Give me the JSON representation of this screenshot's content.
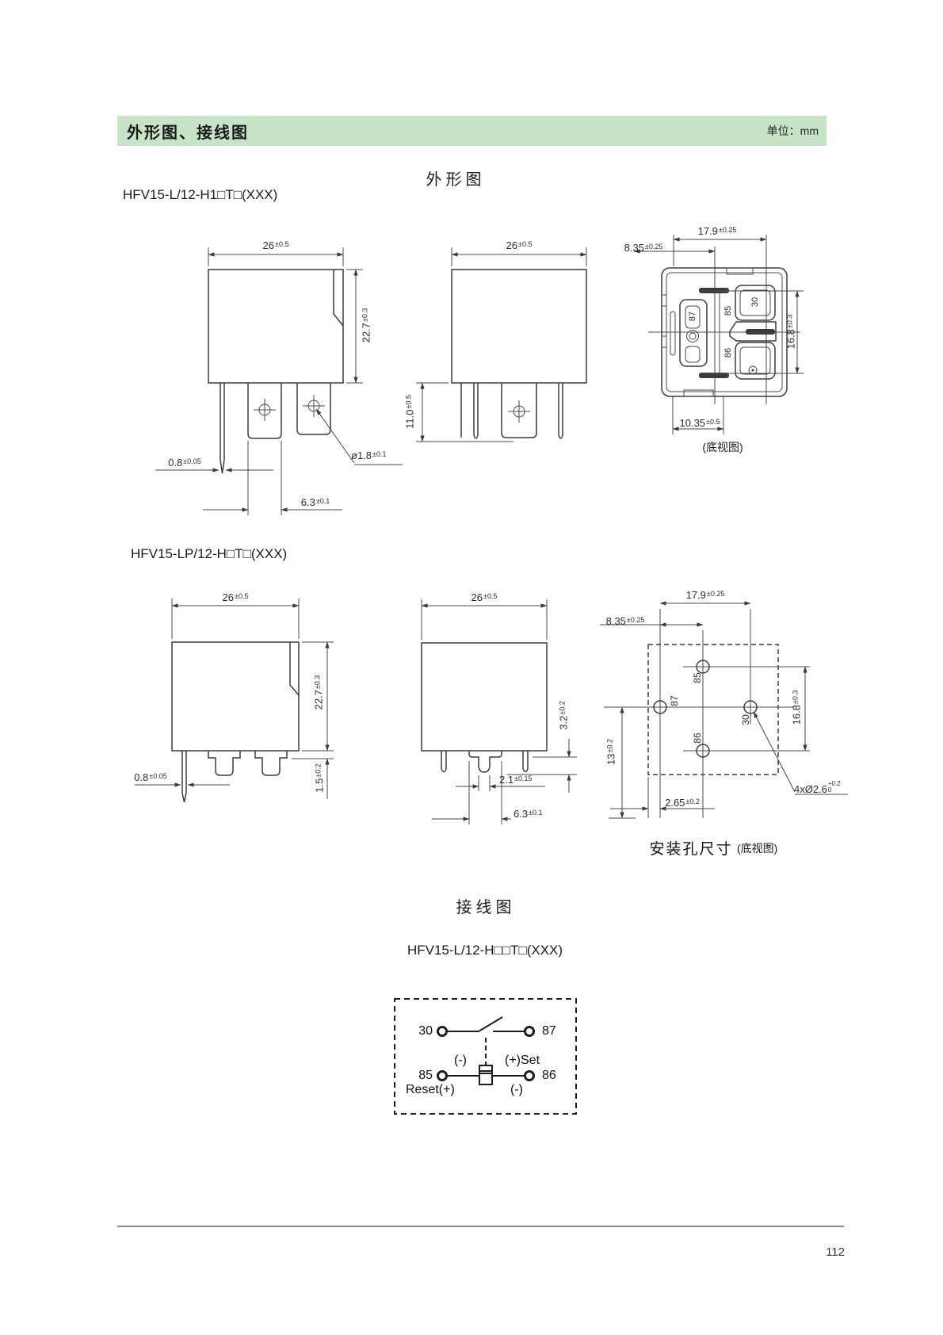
{
  "colors": {
    "header_bg": "#c8e4c8"
  },
  "header": {
    "title": "外形图、接线图",
    "unit": "单位：mm"
  },
  "sections": {
    "outline_title": "外形图",
    "wiring_title": "接线图"
  },
  "models": {
    "a": "HFV15-L/12-H1□T□(XXX)",
    "b": "HFV15-LP/12-H□T□(XXX)",
    "wiring": "HFV15-L/12-H□□T□(XXX)"
  },
  "dims": {
    "a_width": {
      "v": "26",
      "t": "±0.5"
    },
    "a_height": {
      "v": "22.7",
      "t": "±0.3"
    },
    "a_pin": {
      "v": "0.8",
      "t": "±0.05"
    },
    "a_hole": {
      "v": "ø1.8",
      "t": "±0.1"
    },
    "a_blade": {
      "v": "6.3",
      "t": "±0.1"
    },
    "b_width": {
      "v": "26",
      "t": "±0.5"
    },
    "b_pinlen": {
      "v": "11.0",
      "t": "±0.5"
    },
    "c_pitch": {
      "v": "17.9",
      "t": "±0.25"
    },
    "c_offset": {
      "v": "8.35",
      "t": "±0.25"
    },
    "c_height": {
      "v": "16.8",
      "t": "±0.3"
    },
    "c_width": {
      "v": "10.35",
      "t": "±0.5"
    },
    "d_width": {
      "v": "26",
      "t": "±0.5"
    },
    "d_height": {
      "v": "22.7",
      "t": "±0.3"
    },
    "d_pin": {
      "v": "0.8",
      "t": "±0.05"
    },
    "d_standoff": {
      "v": "1.5",
      "t": "±0.2"
    },
    "e_width": {
      "v": "26",
      "t": "±0.5"
    },
    "e_pinlen": {
      "v": "3.2",
      "t": "±0.2"
    },
    "e_notch": {
      "v": "2.1",
      "t": "±0.15"
    },
    "e_blade": {
      "v": "6.3",
      "t": "±0.1"
    },
    "f_pitch": {
      "v": "17.9",
      "t": "±0.25"
    },
    "f_offset": {
      "v": "8.35",
      "t": "±0.25"
    },
    "f_edge": {
      "v": "13",
      "t": "±0.2"
    },
    "f_height": {
      "v": "16.8",
      "t": "±0.3"
    },
    "f_margin": {
      "v": "2.65",
      "t": "±0.2"
    },
    "f_holes": {
      "v": "4xØ2.6",
      "t_top": "+0.2",
      "t_bot": "0"
    }
  },
  "terminals": {
    "t30": "30",
    "t85": "85",
    "t86": "86",
    "t87": "87"
  },
  "captions": {
    "bottom_view": "(底视图)",
    "mounting_title": "安装孔尺寸",
    "mounting_view": "(底视图)"
  },
  "wiring": {
    "coil_minus_top": "(-)",
    "coil_set": "(+)Set",
    "coil_reset": "Reset(+)",
    "coil_minus_bottom": "(-)"
  },
  "footer": {
    "page": "112"
  }
}
